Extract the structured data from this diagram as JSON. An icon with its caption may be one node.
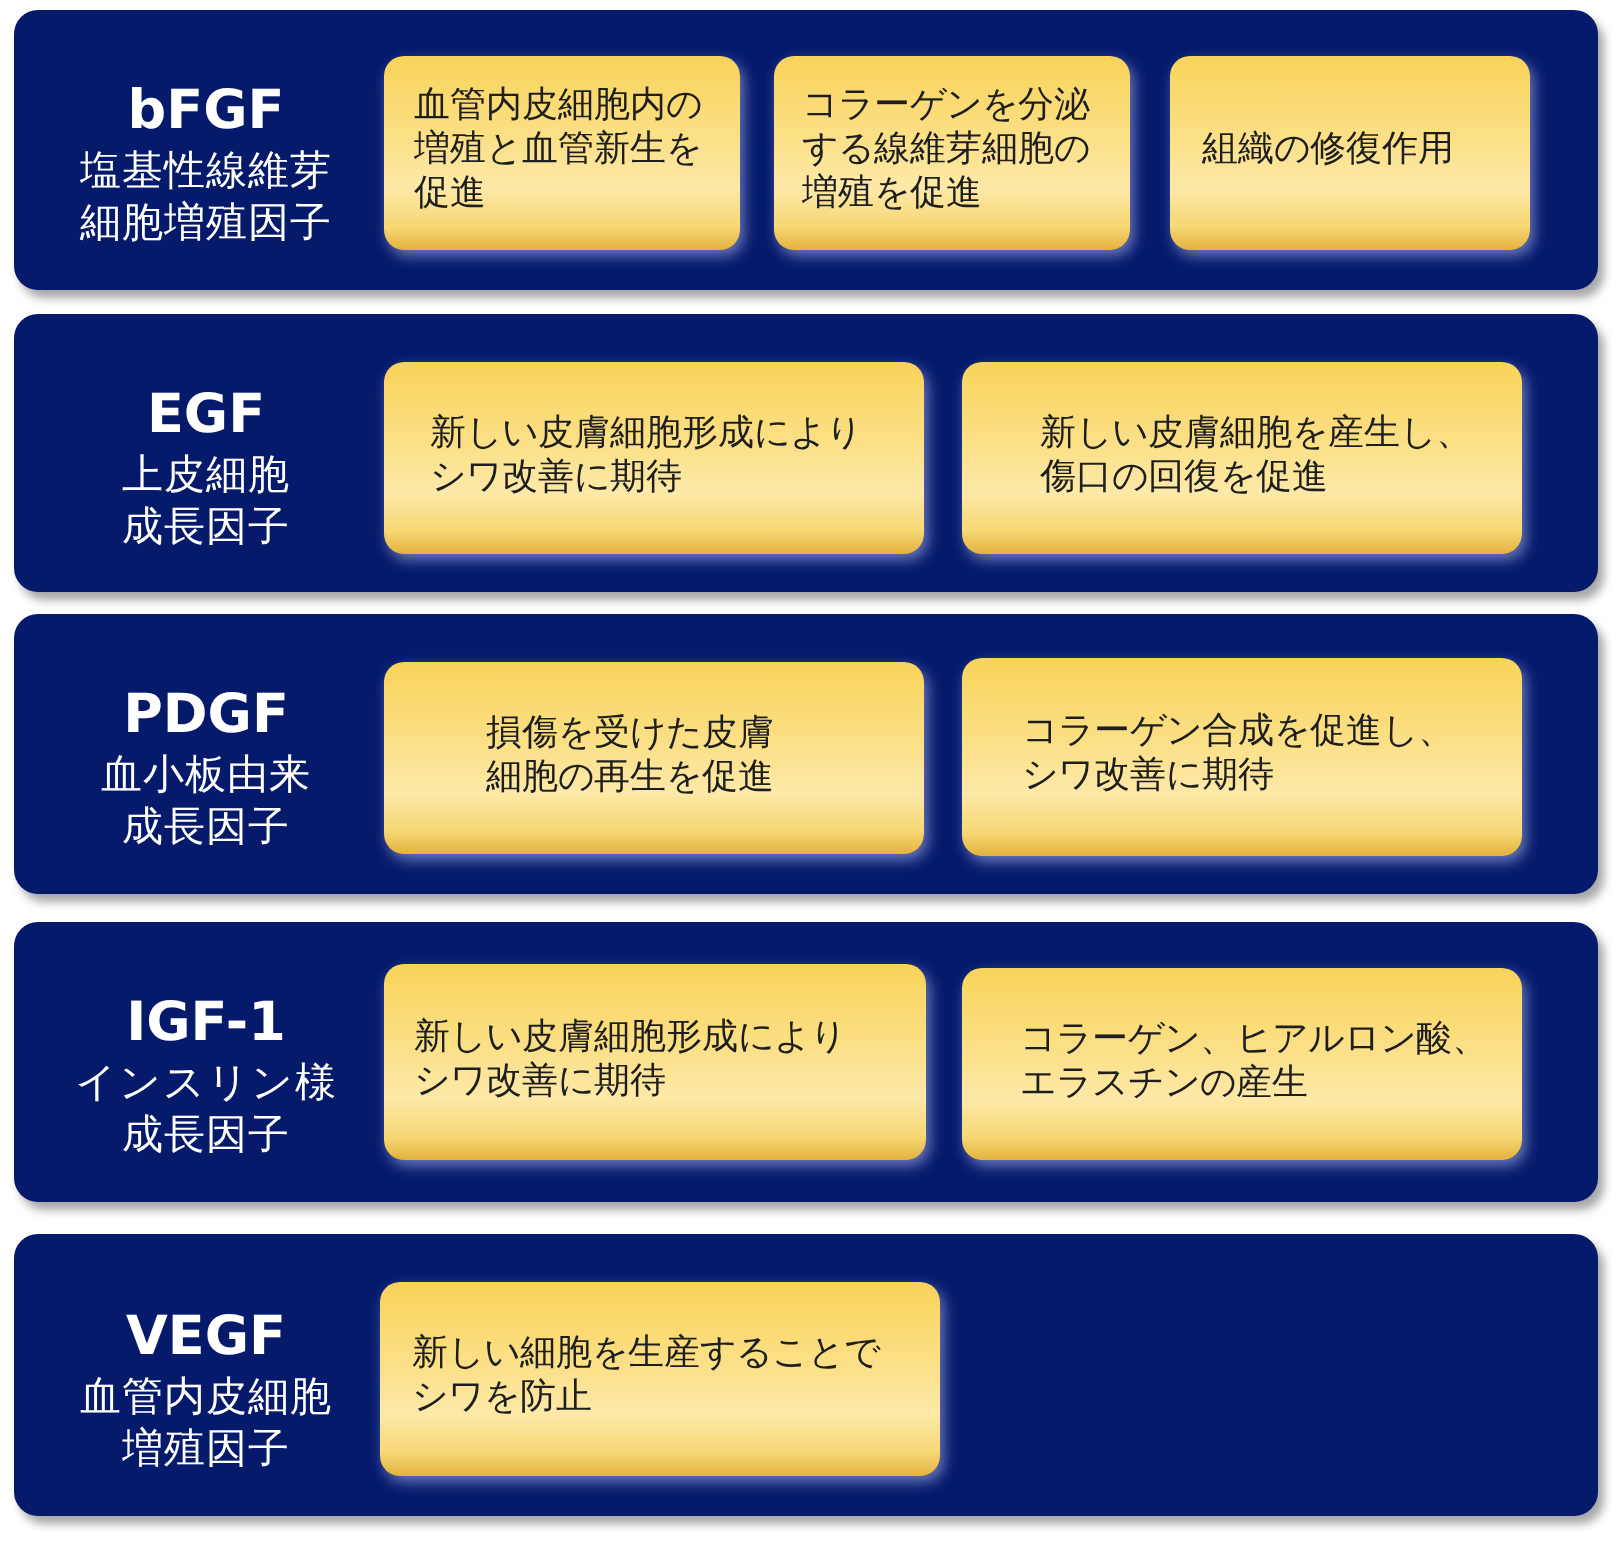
{
  "diagram": {
    "nodes": [
      {
        "text": [
          "bFGF",
          "塩基性線維芽細胞増殖因子"
        ]
      },
      {
        "text": [
          "血管内皮細胞内の増殖と血管新生を促進"
        ],
        "in": 0
      },
      {
        "text": [
          "コラーゲンを分泌する線維芽細胞の増殖を促進"
        ],
        "in": 0
      },
      {
        "text": [
          "組織の修復作用"
        ],
        "in": 0
      },
      {
        "text": [
          "EGF",
          "上皮細胞成長因子"
        ]
      },
      {
        "text": [
          "新しい皮膚細胞形成によりシワ改善に期待"
        ],
        "in": 4
      },
      {
        "text": [
          "新しい皮膚細胞を産生し、傷口の回復を促進"
        ],
        "in": 4
      },
      {
        "text": [
          "PDGF",
          "血小板由来成長因子"
        ]
      },
      {
        "text": [
          "損傷を受けた皮膚細胞の再生を促進"
        ],
        "in": 7
      },
      {
        "text": [
          "コラーゲン合成を促進し、シワ改善に期待"
        ],
        "in": 7
      },
      {
        "text": [
          "IGF-1",
          "インスリン様成長因子"
        ]
      },
      {
        "text": [
          "新しい皮膚細胞形成によりシワ改善に期待"
        ],
        "in": 10
      },
      {
        "text": [
          "コラーゲン、ヒアルロン酸、エラスチンの産生"
        ],
        "in": 10
      },
      {
        "text": [
          "VEGF",
          "血管内皮細胞増殖因子"
        ]
      },
      {
        "text": [
          "新しい細胞を生産することでシワを防止"
        ],
        "in": 13
      }
    ]
  }
}
